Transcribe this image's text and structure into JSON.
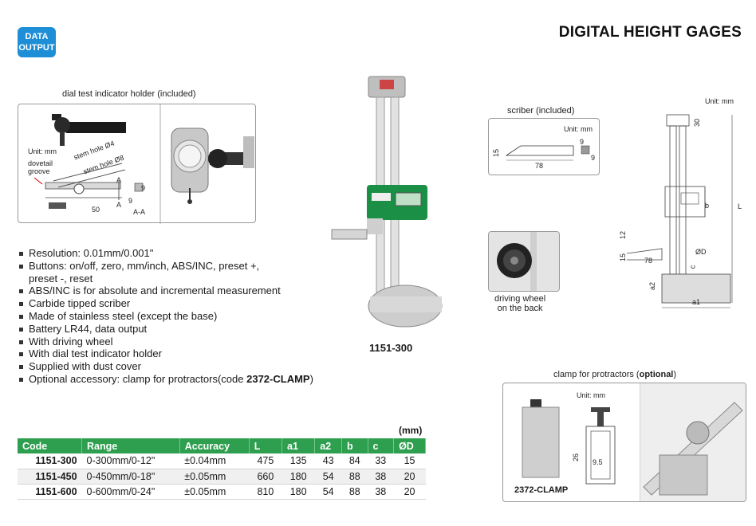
{
  "badge": {
    "line1": "DATA",
    "line2": "OUTPUT"
  },
  "title": "DIGITAL HEIGHT GAGES",
  "dial_holder": {
    "caption": "dial test indicator holder (included)",
    "unit": "Unit: mm",
    "dovetail1": "dovetail",
    "dovetail2": "groove",
    "stem4": "stem hole Ø4",
    "stem8": "stem hole Ø8",
    "dim_50": "50",
    "dim_9a": "9",
    "dim_9b": "9",
    "a1": "A",
    "a2": "A",
    "aa": "A-A"
  },
  "scriber": {
    "caption": "scriber (included)",
    "unit": "Unit: mm",
    "d15": "15",
    "d78": "78",
    "d9a": "9",
    "d9b": "9"
  },
  "driving_wheel": {
    "line1": "driving wheel",
    "line2": "on the back"
  },
  "drawing": {
    "unit": "Unit: mm",
    "d30": "30",
    "b": "b",
    "L": "L",
    "d12": "12",
    "d15": "15",
    "d78": "78",
    "dD": "ØD",
    "c": "c",
    "a2": "a2",
    "a1": "a1"
  },
  "features": [
    "Resolution: 0.01mm/0.001\"",
    "Buttons: on/off, zero, mm/inch, ABS/INC, preset +,",
    "preset -, reset",
    "ABS/INC is for absolute and incremental measurement",
    "Carbide tipped scriber",
    "Made of stainless steel (except the base)",
    "Battery LR44, data output",
    "With driving wheel",
    "With dial test indicator holder",
    "Supplied with dust cover"
  ],
  "optional": {
    "prefix": "Optional accessory: clamp for protractors(code ",
    "code": "2372-CLAMP",
    "suffix": ")"
  },
  "model": "1151-300",
  "clamp": {
    "caption_prefix": "clamp for protractors (",
    "caption_bold": "optional",
    "caption_suffix": ")",
    "unit": "Unit: mm",
    "d26": "26",
    "d95": "9.5",
    "code": "2372-CLAMP"
  },
  "table": {
    "unit": "(mm)",
    "headers": [
      "Code",
      "Range",
      "Accuracy",
      "L",
      "a1",
      "a2",
      "b",
      "c",
      "ØD"
    ],
    "rows": [
      [
        "1151-300",
        "0-300mm/0-12\"",
        "±0.04mm",
        "475",
        "135",
        "43",
        "84",
        "33",
        "15"
      ],
      [
        "1151-450",
        "0-450mm/0-18\"",
        "±0.05mm",
        "660",
        "180",
        "54",
        "88",
        "38",
        "20"
      ],
      [
        "1151-600",
        "0-600mm/0-24\"",
        "±0.05mm",
        "810",
        "180",
        "54",
        "88",
        "38",
        "20"
      ]
    ]
  },
  "colors": {
    "header_green": "#2e9e4f",
    "badge_blue": "#1e8fd6"
  }
}
